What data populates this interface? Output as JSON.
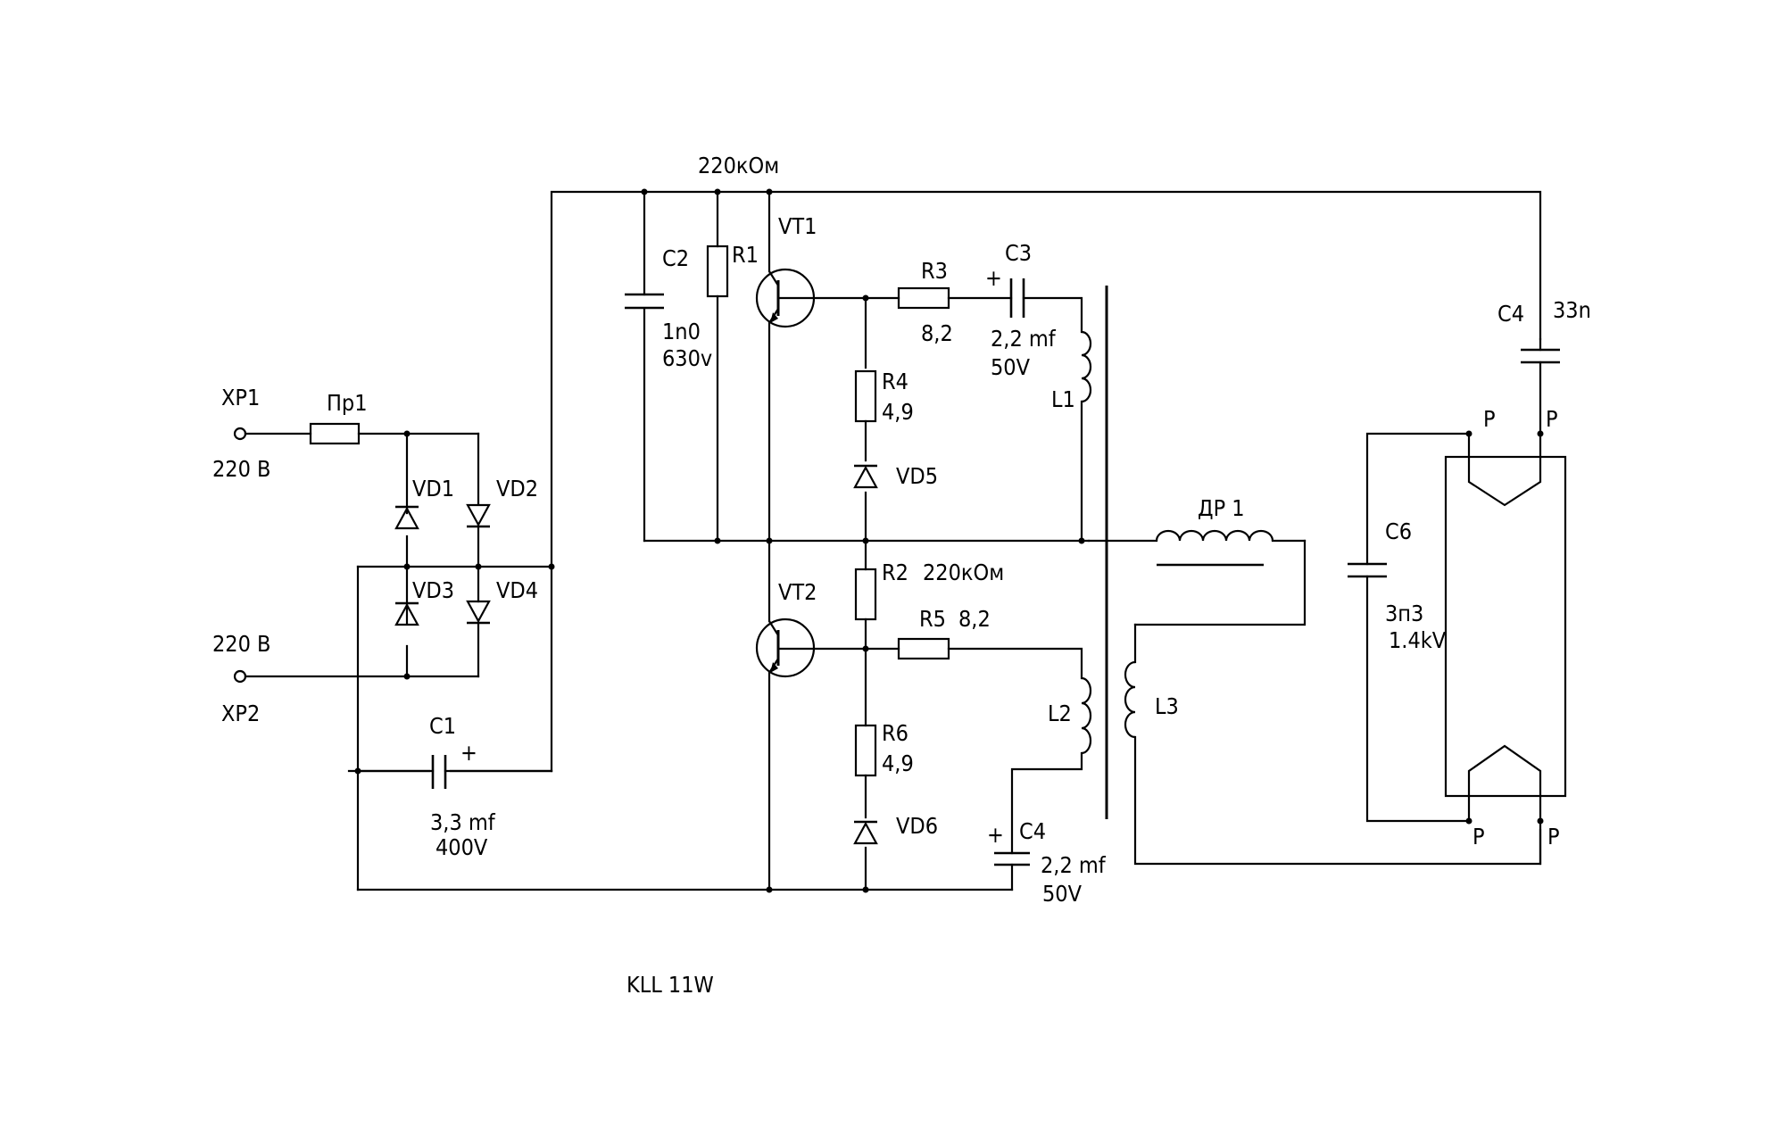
{
  "labels": {
    "xp1": "XP1",
    "xp2": "XP2",
    "v220a": "220 В",
    "v220b": "220 В",
    "pr1": "Пр1",
    "vd1": "VD1",
    "vd2": "VD2",
    "vd3": "VD3",
    "vd4": "VD4",
    "c1": "C1",
    "c1_plus": "+",
    "c1_val1": "3,3 mf",
    "c1_val2": "400V",
    "r1_top": "220кОм",
    "c2": "C2",
    "c2_val1": "1n0",
    "c2_val2": "630v",
    "r1": "R1",
    "vt1": "VT1",
    "r3": "R3",
    "r3_val": "8,2",
    "c3": "C3",
    "c3_plus": "+",
    "c3_val1": "2,2 mf",
    "c3_val2": "50V",
    "l1": "L1",
    "r4": "R4",
    "r4_val": "4,9",
    "vd5": "VD5",
    "r2": "R2",
    "r2_val": "220кОм",
    "vt2": "VT2",
    "r5": "R5",
    "r5_val": "8,2",
    "l2": "L2",
    "r6": "R6",
    "r6_val": "4,9",
    "vd6": "VD6",
    "c4b": "C4",
    "c4b_plus": "+",
    "c4b_val1": "2,2 mf",
    "c4b_val2": "50V",
    "dr1": "ДР 1",
    "l3": "L3",
    "c4": "C4",
    "c4_val": "33n",
    "c6": "C6",
    "c6_val1": "3п3",
    "c6_val2": "1.4kV",
    "p1": "P",
    "p2": "P",
    "p3": "P",
    "p4": "P",
    "caption": "KLL 11W"
  }
}
